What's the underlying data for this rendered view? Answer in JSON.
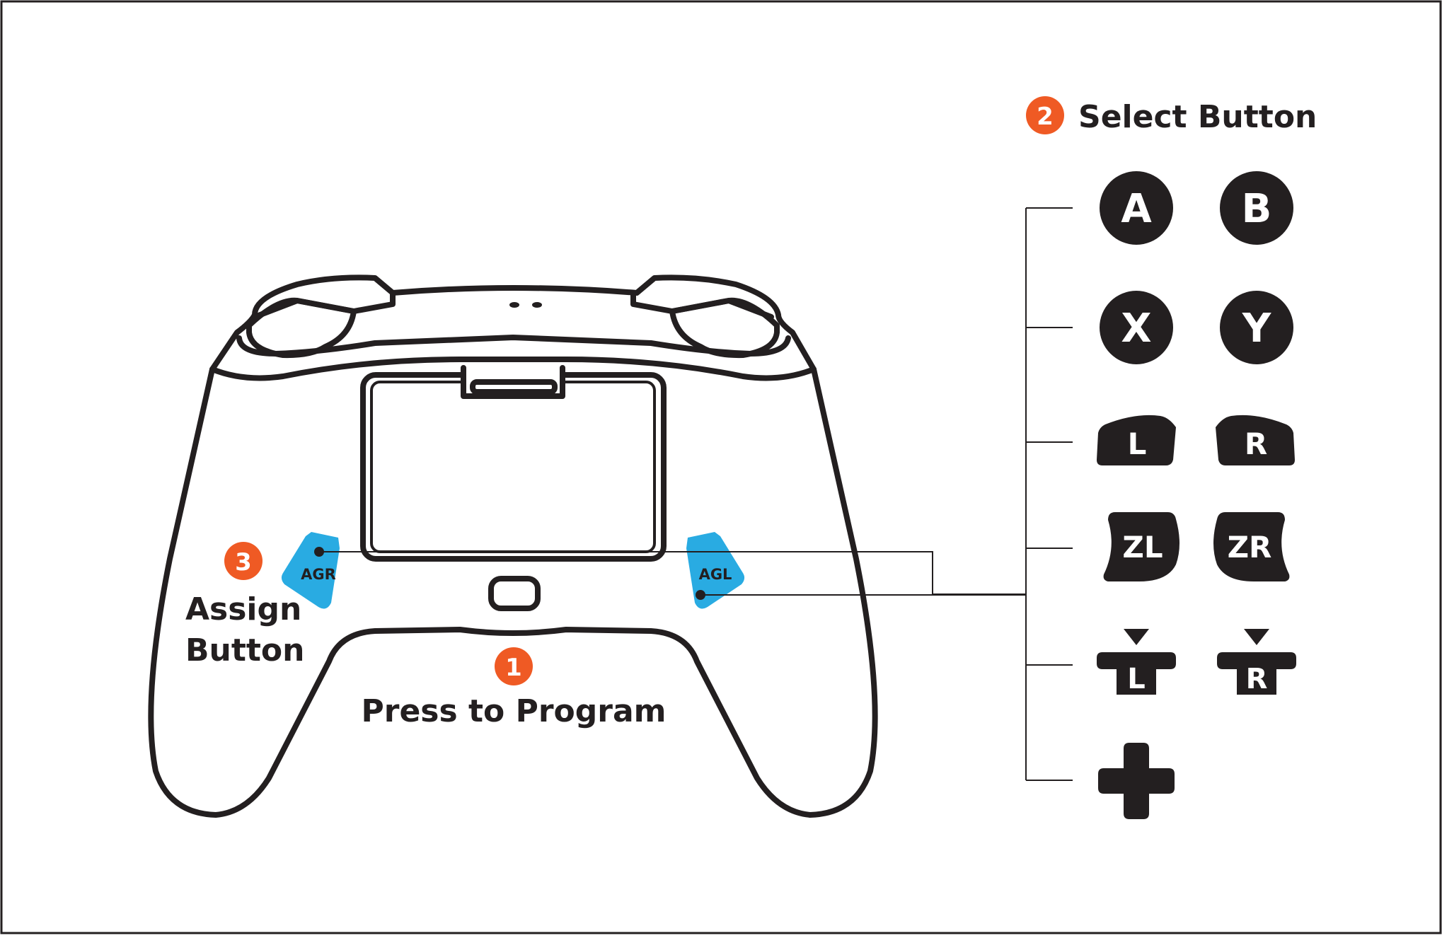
{
  "colors": {
    "ink": "#231f20",
    "accent_orange": "#ef5a24",
    "paddle_blue": "#29abe2",
    "background": "#ffffff"
  },
  "steps": {
    "step1": {
      "number": "1",
      "label": "Press to Program"
    },
    "step2": {
      "number": "2",
      "label": "Select Button"
    },
    "step3": {
      "number": "3",
      "label_line1": "Assign",
      "label_line2": "Button"
    }
  },
  "paddles": {
    "right_paddle": "AGR",
    "left_paddle": "AGL"
  },
  "buttons": {
    "a": "A",
    "b": "B",
    "x": "X",
    "y": "Y",
    "l": "L",
    "r": "R",
    "zl": "ZL",
    "zr": "ZR",
    "l_stick": "L",
    "r_stick": "R",
    "dpad_icon": "dpad-cross"
  }
}
